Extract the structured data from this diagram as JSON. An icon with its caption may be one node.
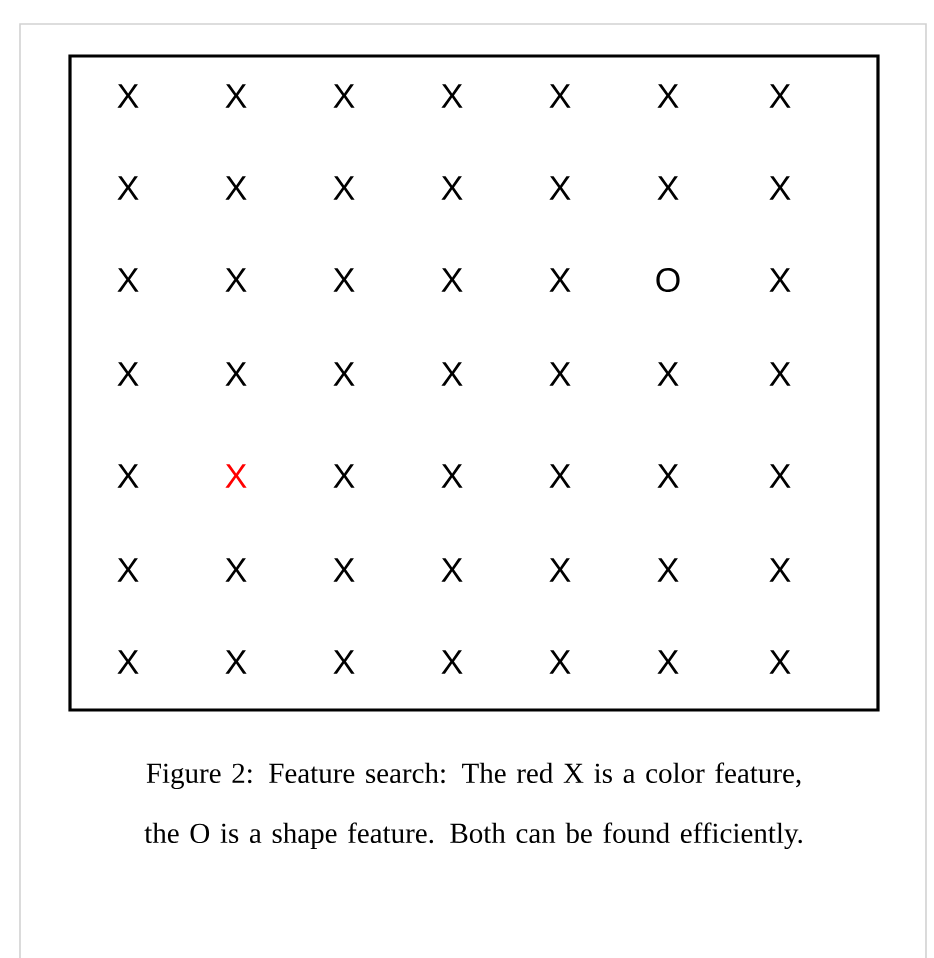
{
  "diagram": {
    "caption": "Figure 2: Feature search: The red X is a color feature, the O is a shape feature. Both can be found efficiently.",
    "labels": [
      "X",
      "X",
      "X",
      "X",
      "X",
      "X",
      "X",
      "X",
      "X",
      "X",
      "X",
      "X",
      "X",
      "X",
      "X",
      "X",
      "X",
      "X",
      "X",
      "O",
      "X",
      "X",
      "X",
      "X",
      "X",
      "X",
      "X",
      "X",
      "X",
      "X",
      "X",
      "X",
      "X",
      "X",
      "X",
      "X",
      "X",
      "X",
      "X",
      "X",
      "X",
      "X",
      "X",
      "X",
      "X",
      "X",
      "X",
      "X",
      "X"
    ]
  }
}
